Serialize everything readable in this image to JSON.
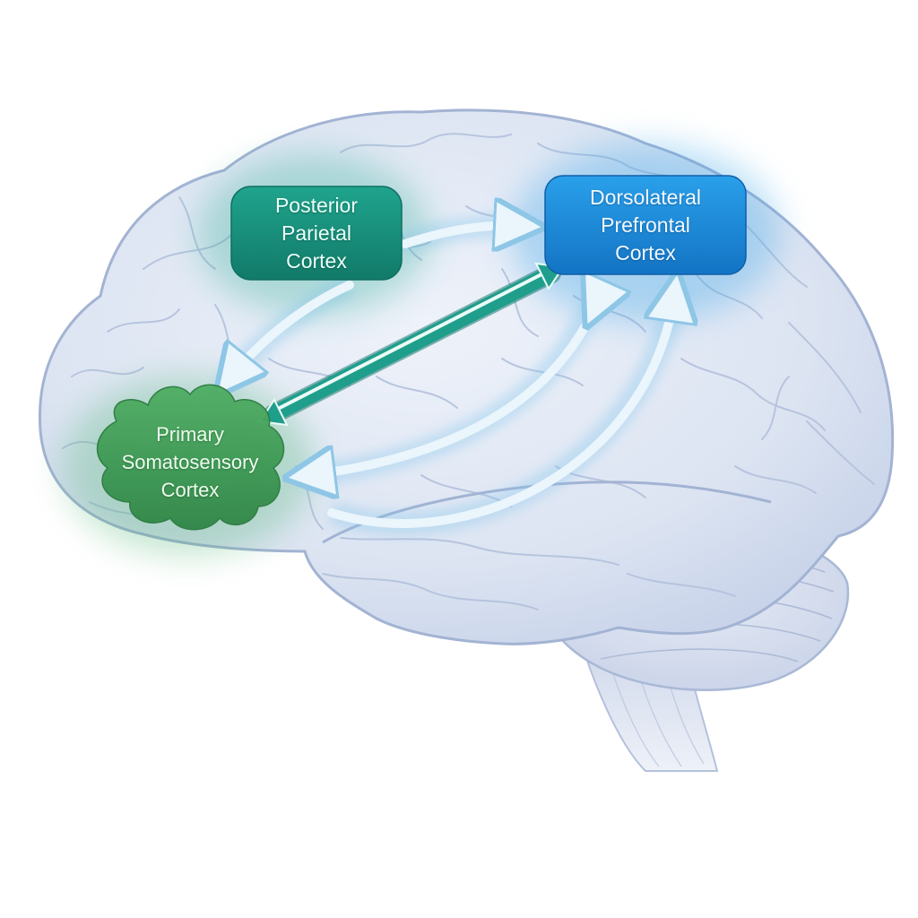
{
  "nodes": {
    "ppc": {
      "lines": [
        "Posterior",
        "Parietal",
        "Cortex"
      ],
      "color": "#17907c"
    },
    "dlpfc": {
      "lines": [
        "Dorsolateral",
        "Prefrontal",
        "Cortex"
      ],
      "color": "#1b8bd8"
    },
    "s1": {
      "lines": [
        "Primary",
        "Somatosensory",
        "Cortex"
      ],
      "color": "#3f9a55"
    }
  },
  "colors": {
    "brain_fill": "#dde5f3",
    "brain_stroke": "#a9b8d6",
    "arrow": "#eaf5fc",
    "arrow_edge": "#8ec6e6",
    "strong_arrow": "#1f9e8c"
  }
}
